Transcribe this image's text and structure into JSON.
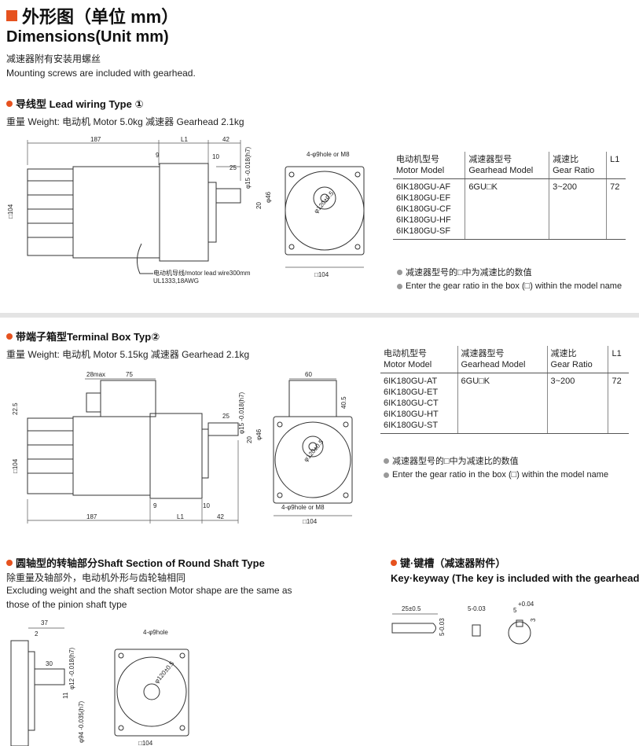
{
  "header": {
    "title_zh": "外形图（单位 mm）",
    "title_en": "Dimensions(Unit mm)",
    "note_zh": "减速器附有安装用螺丝",
    "note_en": "Mounting screws are included with gearhead."
  },
  "section1": {
    "title": "导线型 Lead wiring Type ①",
    "weight": "重量 Weight: 电动机 Motor 5.0kg  减速器 Gearhead 2.1kg",
    "drawing": {
      "d187": "187",
      "dL1": "L1",
      "d42": "42",
      "d9": "9",
      "d10": "10",
      "d25": "25",
      "shaft": "φ15 -0.018(h7)",
      "d20": "20",
      "d46": "φ46",
      "sq104": "□104",
      "hole": "4-φ9hole or M8",
      "pcd": "φ120±0.5",
      "sq104b": "□104",
      "lead1": "电动机导线/motor lead wire300mm",
      "lead2": "UL1333,18AWG"
    },
    "table": {
      "headers": [
        {
          "zh": "电动机型号",
          "en": "Motor Model"
        },
        {
          "zh": "减速器型号",
          "en": "Gearhead Model"
        },
        {
          "zh": "减速比",
          "en": "Gear Ratio"
        },
        {
          "zh": "L1",
          "en": ""
        }
      ],
      "motor_models": [
        "6IK180GU-AF",
        "6IK180GU-EF",
        "6IK180GU-CF",
        "6IK180GU-HF",
        "6IK180GU-SF"
      ],
      "gearhead_model": "6GU□K",
      "gear_ratio": "3~200",
      "l1": "72"
    },
    "note1": "减速器型号的□中为减速比的数值",
    "note2": "Enter the gear ratio in the box (□) within the model name"
  },
  "section2": {
    "title": "带端子箱型Terminal Box Typ②",
    "weight": "重量 Weight: 电动机 Motor 5.15kg  减速器 Gearhead 2.1kg",
    "drawing": {
      "d28": "28max",
      "d75": "75",
      "d225": "22.5",
      "d25": "25",
      "shaft": "φ15 -0.018(h7)",
      "d20": "20",
      "d46": "φ46",
      "sq104": "□104",
      "d187": "187",
      "dL1": "L1",
      "d42": "42",
      "d9": "9",
      "d10": "10",
      "d60": "60",
      "d405": "40.5",
      "pcd": "φ120±0.5",
      "hole": "4-φ9hole or M8",
      "sq104b": "□104"
    },
    "table": {
      "headers": [
        {
          "zh": "电动机型号",
          "en": "Motor Model"
        },
        {
          "zh": "减速器型号",
          "en": "Gearhead Model"
        },
        {
          "zh": "减速比",
          "en": "Gear Ratio"
        },
        {
          "zh": "L1",
          "en": ""
        }
      ],
      "motor_models": [
        "6IK180GU-AT",
        "6IK180GU-ET",
        "6IK180GU-CT",
        "6IK180GU-HT",
        "6IK180GU-ST"
      ],
      "gearhead_model": "6GU□K",
      "gear_ratio": "3~200",
      "l1": "72"
    },
    "note1": "减速器型号的□中为减速比的数值",
    "note2": "Enter the gear ratio in the box (□) within the model name"
  },
  "section3": {
    "title": "圆轴型的转轴部分Shaft Section of Round Shaft Type",
    "line1": "除重量及轴部外，电动机外形与齿轮轴相同",
    "line2": "Excluding weight and the shaft section Motor shape are the same as",
    "line3": "those of the pinion shaft type",
    "drawing": {
      "d37": "37",
      "d2": "2",
      "d30": "30",
      "shaft12": "φ12 -0.018(h7)",
      "d11": "11",
      "d94": "φ94 -0.035(h7)",
      "hole": "4-φ9hole",
      "pcd": "φ120±0.5",
      "sq104": "□104"
    }
  },
  "section4": {
    "title": "键·键槽（减速器附件）",
    "subtitle": "Key·keyway (The key is included with the gearhead)",
    "drawing": {
      "d25": "25±0.5",
      "d5a": "5-0.03",
      "d5b": "5-0.03",
      "d5c": "5",
      "d3": "3",
      "tol": "+0.04"
    }
  }
}
